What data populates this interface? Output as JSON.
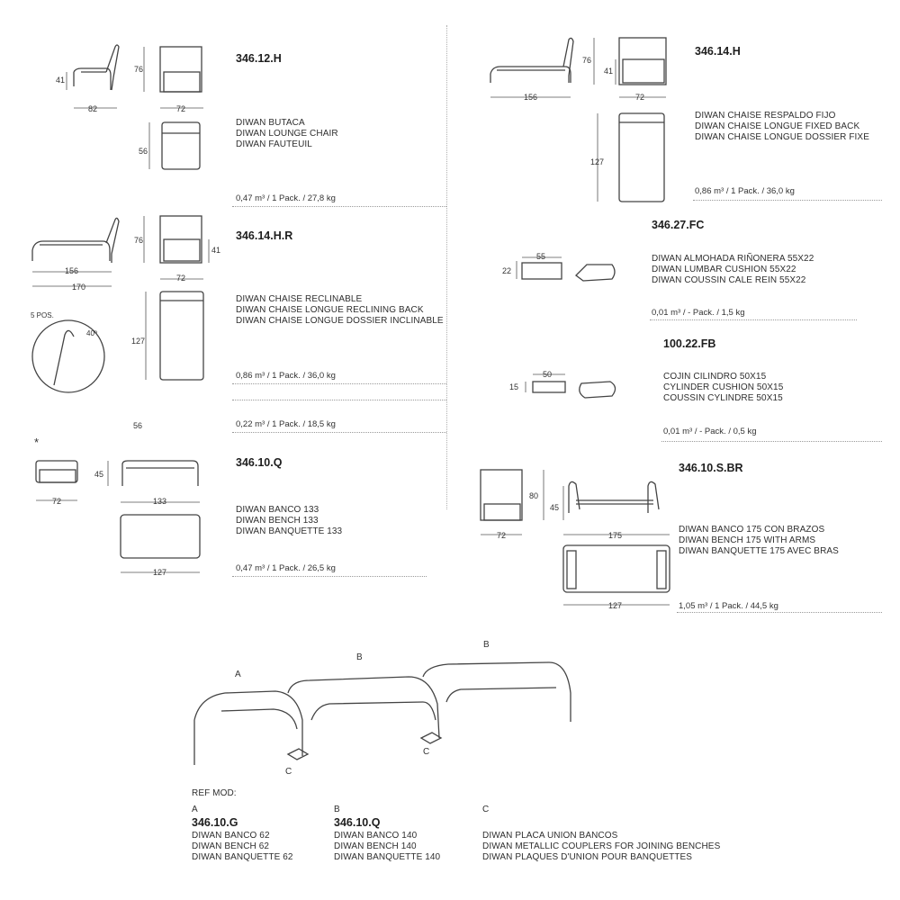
{
  "products": [
    {
      "code": "346.12.H",
      "lines": [
        "DIWAN BUTACA",
        "DIWAN LOUNGE CHAIR",
        "DIWAN FAUTEUIL"
      ],
      "spec": "0,47 m³ / 1 Pack. / 27,8 kg",
      "dims": {
        "a": "41",
        "b": "82",
        "c": "76",
        "d": "72",
        "e": "56"
      }
    },
    {
      "code": "346.14.H.R",
      "lines": [
        "DIWAN CHAISE RECLINABLE",
        "DIWAN CHAISE LONGUE RECLINING BACK",
        "DIWAN CHAISE LONGUE DOSSIER INCLINABLE"
      ],
      "spec": "0,86 m³ / 1 Pack. / 36,0 kg",
      "dims": {
        "a": "156",
        "b": "170",
        "c": "76",
        "d": "41",
        "e": "72",
        "f": "127",
        "pos": "5 POS.",
        "angle": "40º"
      }
    },
    {
      "code": "346.10.Q",
      "lines": [
        "DIWAN BANCO 133",
        "DIWAN BENCH 133",
        "DIWAN BANQUETTE 133"
      ],
      "spec": "0,47 m³ / 1 Pack. / 26,5 kg",
      "star": "*",
      "dims": {
        "a": "56",
        "b": "45",
        "c": "72",
        "d": "133",
        "e": "127"
      },
      "spec_top": "0,22 m³ / 1 Pack. / 18,5 kg"
    },
    {
      "code": "346.14.H",
      "lines": [
        "DIWAN CHAISE RESPALDO FIJO",
        "DIWAN CHAISE LONGUE FIXED BACK",
        "DIWAN CHAISE LONGUE DOSSIER FIXE"
      ],
      "spec": "0,86 m³ / 1 Pack. / 36,0 kg",
      "dims": {
        "a": "76",
        "b": "41",
        "c": "156",
        "d": "72",
        "e": "127"
      }
    },
    {
      "code": "346.27.FC",
      "lines": [
        "DIWAN ALMOHADA RIÑONERA 55X22",
        "DIWAN LUMBAR CUSHION 55X22",
        "DIWAN COUSSIN CALE REIN 55X22"
      ],
      "spec": "0,01 m³ / - Pack. / 1,5 kg",
      "dims": {
        "a": "55",
        "b": "22"
      }
    },
    {
      "code": "100.22.FB",
      "lines": [
        "COJIN CILINDRO 50X15",
        "CYLINDER CUSHION 50X15",
        "COUSSIN CYLINDRE 50X15"
      ],
      "spec": "0,01 m³ / - Pack. / 0,5 kg",
      "dims": {
        "a": "50",
        "b": "15"
      }
    },
    {
      "code": "346.10.S.BR",
      "lines": [
        "DIWAN BANCO 175 CON BRAZOS",
        "DIWAN BENCH 175 WITH ARMS",
        "DIWAN BANQUETTE 175 AVEC BRAS"
      ],
      "spec": "1,05 m³ / 1 Pack. / 44,5 kg",
      "dims": {
        "a": "80",
        "b": "45",
        "c": "72",
        "d": "175",
        "e": "127"
      }
    }
  ],
  "modular": {
    "labels": {
      "a": "A",
      "b1": "B",
      "b2": "B",
      "c1": "C",
      "c2": "C"
    },
    "ref_label": "REF MOD:",
    "columns": [
      {
        "key": "A",
        "code": "346.10.G",
        "lines": [
          "DIWAN BANCO 62",
          "DIWAN BENCH 62",
          "DIWAN BANQUETTE 62"
        ]
      },
      {
        "key": "B",
        "code": "346.10.Q",
        "lines": [
          "DIWAN BANCO 140",
          "DIWAN BENCH 140",
          "DIWAN BANQUETTE 140"
        ]
      },
      {
        "key": "C",
        "code": "",
        "lines": [
          "DIWAN PLACA UNION BANCOS",
          "DIWAN METALLIC COUPLERS FOR JOINING BENCHES",
          "DIWAN PLAQUES D'UNION POUR BANQUETTES"
        ]
      }
    ]
  }
}
